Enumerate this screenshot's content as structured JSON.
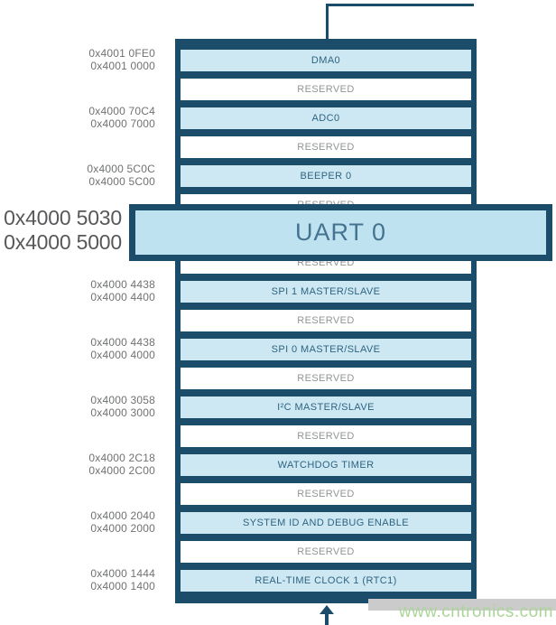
{
  "diagram": {
    "rows": [
      {
        "type": "peripheral",
        "label": "DMA0",
        "addresses": [
          "0x4001 0FE0",
          "0x4001 0000"
        ]
      },
      {
        "type": "reserved",
        "label": "RESERVED"
      },
      {
        "type": "peripheral",
        "label": "ADC0",
        "addresses": [
          "0x4000 70C4",
          "0x4000 7000"
        ]
      },
      {
        "type": "reserved",
        "label": "RESERVED"
      },
      {
        "type": "peripheral",
        "label": "BEEPER 0",
        "addresses": [
          "0x4000 5C0C",
          "0x4000 5C00"
        ]
      },
      {
        "type": "reserved",
        "label": "RESERVED"
      },
      {
        "type": "peripheral",
        "label": "",
        "addresses": [],
        "covered_by_callout": true
      },
      {
        "type": "reserved",
        "label": "RESERVED"
      },
      {
        "type": "peripheral",
        "label": "SPI 1 MASTER/SLAVE",
        "addresses": [
          "0x4000 4438",
          "0x4000 4400"
        ]
      },
      {
        "type": "reserved",
        "label": "RESERVED"
      },
      {
        "type": "peripheral",
        "label": "SPI 0 MASTER/SLAVE",
        "addresses": [
          "0x4000 4438",
          "0x4000 4000"
        ]
      },
      {
        "type": "reserved",
        "label": "RESERVED"
      },
      {
        "type": "peripheral",
        "label": "I²C MASTER/SLAVE",
        "addresses": [
          "0x4000 3058",
          "0x4000 3000"
        ]
      },
      {
        "type": "reserved",
        "label": "RESERVED"
      },
      {
        "type": "peripheral",
        "label": "WATCHDOG TIMER",
        "addresses": [
          "0x4000 2C18",
          "0x4000 2C00"
        ]
      },
      {
        "type": "reserved",
        "label": "RESERVED"
      },
      {
        "type": "peripheral",
        "label": "SYSTEM ID AND DEBUG ENABLE",
        "addresses": [
          "0x4000 2040",
          "0x4000 2000"
        ]
      },
      {
        "type": "reserved",
        "label": "RESERVED"
      },
      {
        "type": "peripheral",
        "label": "REAL-TIME CLOCK 1 (RTC1)",
        "addresses": [
          "0x4000 1444",
          "0x4000 1400"
        ]
      }
    ],
    "callout": {
      "label": "UART 0",
      "addresses": [
        "0x4000 5030",
        "0x4000 5000"
      ]
    },
    "watermark": {
      "text": "www.cntronics.com"
    },
    "colors": {
      "navy": "#1b4c69",
      "row_fill": "#cde8f3",
      "callout_fill": "#bfe2f0",
      "row_label": "#2f6480",
      "reserved_label": "#909496",
      "address_label": "#6f7173",
      "big_address": "#57585a",
      "callout_label": "#45738f",
      "watermark_green": "#abd598",
      "watermark_strip": "#cbcbcb"
    }
  }
}
